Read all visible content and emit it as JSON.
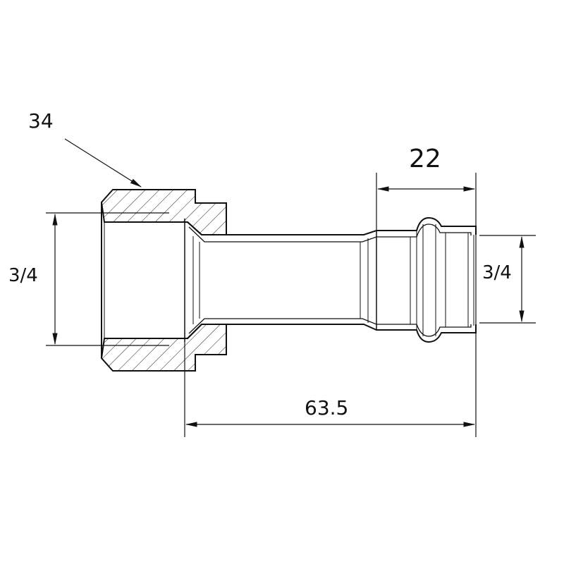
{
  "dimensions": {
    "nut_size": "34",
    "left_thread": "3/4",
    "pipe_diameter": "22",
    "right_thread": "3/4",
    "overall_length": "63.5"
  },
  "colors": {
    "line": "#111111",
    "background": "#ffffff"
  }
}
